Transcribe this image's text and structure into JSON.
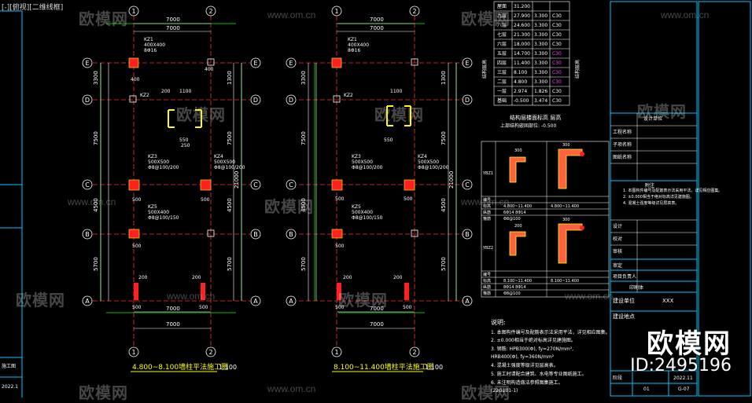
{
  "viewport_label": "[-][俯视][二维线框]",
  "grids": {
    "cols": [
      "1",
      "2"
    ],
    "rows": [
      "A",
      "B",
      "C",
      "D",
      "E"
    ]
  },
  "dims": {
    "bay": "7000",
    "spans_left": [
      "3300",
      "7500",
      "4500",
      "5700"
    ],
    "total": "21000",
    "spans_right": [
      "1300",
      "7500",
      "4500",
      "5700"
    ]
  },
  "plans": [
    {
      "title": "4.800~8.100墙柱平法施工图",
      "scale": "1:100"
    },
    {
      "title": "8.100~11.400墙柱平法施工图",
      "scale": "1:100"
    }
  ],
  "column_tags": {
    "kz1": "KZ1",
    "kz1_size": "400X400",
    "kz1_bar": "8Φ16",
    "kz2": "KZ2",
    "kz3": "KZ3",
    "kz3_size": "500X500",
    "kz3_bar": "Φ8@100/200",
    "kz4": "KZ4",
    "kz5": "KZ5",
    "kz5_size": "500X400",
    "kz5_bar": "Φ8@100/150",
    "kz_size_val": "400",
    "kz_500": "500",
    "kz_200": "200",
    "kz_1100": "1100",
    "kz_550": "550",
    "kz_250": "250"
  },
  "floor_table": {
    "rows": [
      {
        "name": "屋面",
        "elev": "31.200",
        "h": "",
        "c": ""
      },
      {
        "name": "九层",
        "elev": "27.900",
        "h": "3.300",
        "c": "C30"
      },
      {
        "name": "八层",
        "elev": "24.600",
        "h": "3.300",
        "c": "C30"
      },
      {
        "name": "七层",
        "elev": "21.300",
        "h": "3.300",
        "c": "C30"
      },
      {
        "name": "六层",
        "elev": "18.000",
        "h": "3.300",
        "c": "C30"
      },
      {
        "name": "五层",
        "elev": "14.700",
        "h": "3.300",
        "c": "C30"
      },
      {
        "name": "四层",
        "elev": "11.400",
        "h": "3.300",
        "c": "C30"
      },
      {
        "name": "三层",
        "elev": "8.100",
        "h": "3.300",
        "c": "C30"
      },
      {
        "name": "二层",
        "elev": "4.800",
        "h": "3.300",
        "c": "C30"
      },
      {
        "name": "一层",
        "elev": "2.974",
        "h": "1.826",
        "c": "C30"
      },
      {
        "name": "基础",
        "elev": "-0.500",
        "h": "3.474",
        "c": "C30"
      }
    ],
    "side_label": "结构层高",
    "caption": "结构层楼面标高  层高",
    "sub_caption": "上部结构嵌固部位: -0.500"
  },
  "section_table": {
    "row1_label": "YBZ1",
    "row2_label": "YBZ2",
    "dim_300": "300",
    "dim_200": "200",
    "elev1": "4.800~11.400",
    "elev2": "8.100~11.400",
    "bars1": "6Φ14  8Φ14",
    "bars2": "8Φ14  8Φ14",
    "stir": "Φ8@100",
    "hdr_no": "编号",
    "hdr_elev": "标高",
    "hdr_bar": "纵筋",
    "hdr_stir": "箍筋"
  },
  "notes": {
    "heading": "说明:",
    "lines": [
      "1. 本图构件编号及配筋表示法采用平法，详见相应图集。",
      "2. ±0.000相当于绝对标高详见建施图。",
      "3. 钢筋: HPB300(Φ), fy=270N/mm²,",
      "   HRB400(Φ), fy=360N/mm²",
      "4. 混凝土强度等级详见层高表。",
      "5. 施工时请配合建筑、水电等专业图纸施工。",
      "6. 未注明构造做法参照图集施工。",
      "   (22G101-1)"
    ]
  },
  "title_block": {
    "company": "设计单位",
    "proj_name_lbl": "工程名称",
    "item_lbl": "子项名称",
    "drawing_lbl": "图纸名称",
    "note_lbl": "附注",
    "owner_lbl": "建设单位",
    "owner_val": "XXX",
    "site_lbl": "建设地点",
    "design_lbl": "设计",
    "check_lbl": "校对",
    "audit_lbl": "审核",
    "approve_lbl": "审定",
    "manager_lbl": "项目负责人",
    "stamp_lbl": "印刷体",
    "stage_lbl": "阶段",
    "version": "01",
    "date": "2022.11",
    "sheet_no": "G-07",
    "left_date": "2022.1",
    "left_label": "施工图"
  },
  "watermark": {
    "brand": "欧模网",
    "url": "www.om.cn",
    "id": "ID:2495196"
  },
  "colors": {
    "bg": "#000000",
    "axis_red": "#ff3030",
    "grid_green": "#00c000",
    "frame_cyan": "#00c8ff",
    "dim_white": "#ffffff",
    "column_red": "#ff2020",
    "text_yellow": "#ffff00",
    "accent_magenta": "#ff40ff"
  }
}
